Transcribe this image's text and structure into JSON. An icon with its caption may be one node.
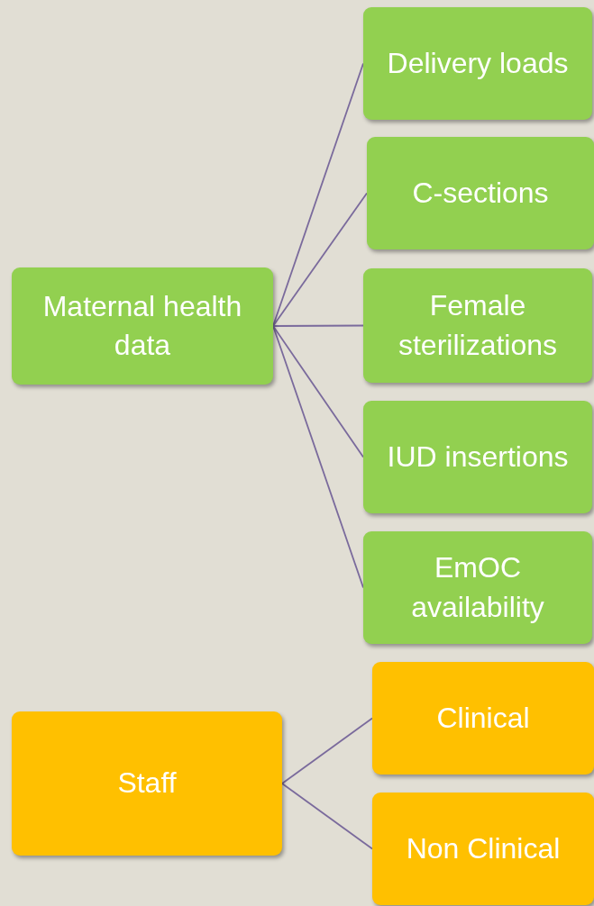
{
  "diagram": {
    "nodes": [
      {
        "text": [
          "Maternal health data"
        ]
      },
      {
        "text": [
          "Delivery loads"
        ]
      },
      {
        "text": [
          "C-sections"
        ]
      },
      {
        "text": [
          "Female sterilizations"
        ]
      },
      {
        "text": [
          "IUD insertions"
        ]
      },
      {
        "text": [
          "EmOC availability"
        ]
      },
      {
        "text": [
          "Staff"
        ]
      },
      {
        "text": [
          "Clinical"
        ]
      },
      {
        "text": [
          "Non Clinical"
        ]
      }
    ],
    "edges": [
      {
        "from": 0,
        "to": 1,
        "arrow": "none"
      },
      {
        "from": 0,
        "to": 2,
        "arrow": "none"
      },
      {
        "from": 0,
        "to": 3,
        "arrow": "none"
      },
      {
        "from": 0,
        "to": 4,
        "arrow": "none"
      },
      {
        "from": 0,
        "to": 5,
        "arrow": "none"
      },
      {
        "from": 6,
        "to": 7,
        "arrow": "none"
      },
      {
        "from": 6,
        "to": 8,
        "arrow": "none"
      }
    ]
  }
}
